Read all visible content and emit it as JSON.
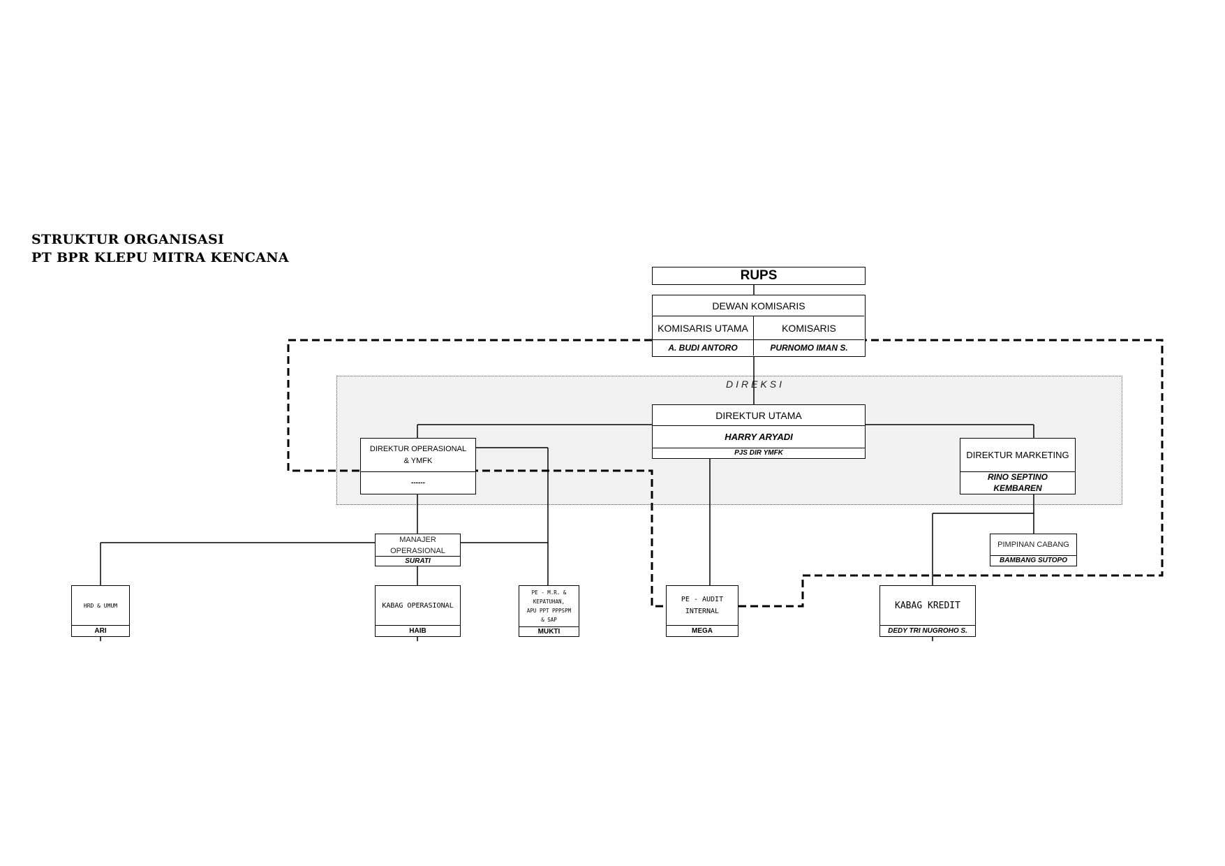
{
  "title": {
    "line1": "STRUKTUR ORGANISASI",
    "line2": "PT BPR KLEPU MITRA KENCANA"
  },
  "direksi_label": "DIREKSI",
  "rups": "RUPS",
  "dewan_komisaris": {
    "header": "DEWAN KOMISARIS",
    "komisaris_utama": {
      "title": "KOMISARIS UTAMA",
      "name": "A. BUDI ANTORO"
    },
    "komisaris": {
      "title": "KOMISARIS",
      "name": "PURNOMO IMAN S."
    }
  },
  "direktur_utama": {
    "title": "DIREKTUR UTAMA",
    "name": "HARRY ARYADI",
    "note": "PJS DIR YMFK"
  },
  "direktur_operasional": {
    "title_line1": "DIREKTUR OPERASIONAL",
    "title_line2": "& YMFK",
    "name": "------"
  },
  "direktur_marketing": {
    "title": "DIREKTUR MARKETING",
    "name_line1": "RINO SEPTINO",
    "name_line2": "KEMBAREN"
  },
  "manajer_operasional": {
    "title_line1": "MANAJER",
    "title_line2": "OPERASIONAL",
    "name": "SURATI"
  },
  "pimpinan_cabang": {
    "title": "PIMPINAN CABANG",
    "name": "BAMBANG SUTOPO"
  },
  "hrd_umum": {
    "title": "HRD & UMUM",
    "name": "ARI"
  },
  "kabag_operasional": {
    "title": "KABAG OPERASIONAL",
    "name": "HAIB"
  },
  "pe_mr": {
    "line1": "PE - M.R. &",
    "line2": "KEPATUHAN,",
    "line3": "APU PPT PPPSPM",
    "line4": "& SAP",
    "name": "MUKTI"
  },
  "pe_audit": {
    "line1": "PE - AUDIT",
    "line2": "INTERNAL",
    "name": "MEGA"
  },
  "kabag_kredit": {
    "title": "KABAG KREDIT",
    "name": "DEDY TRI NUGROHO S."
  }
}
